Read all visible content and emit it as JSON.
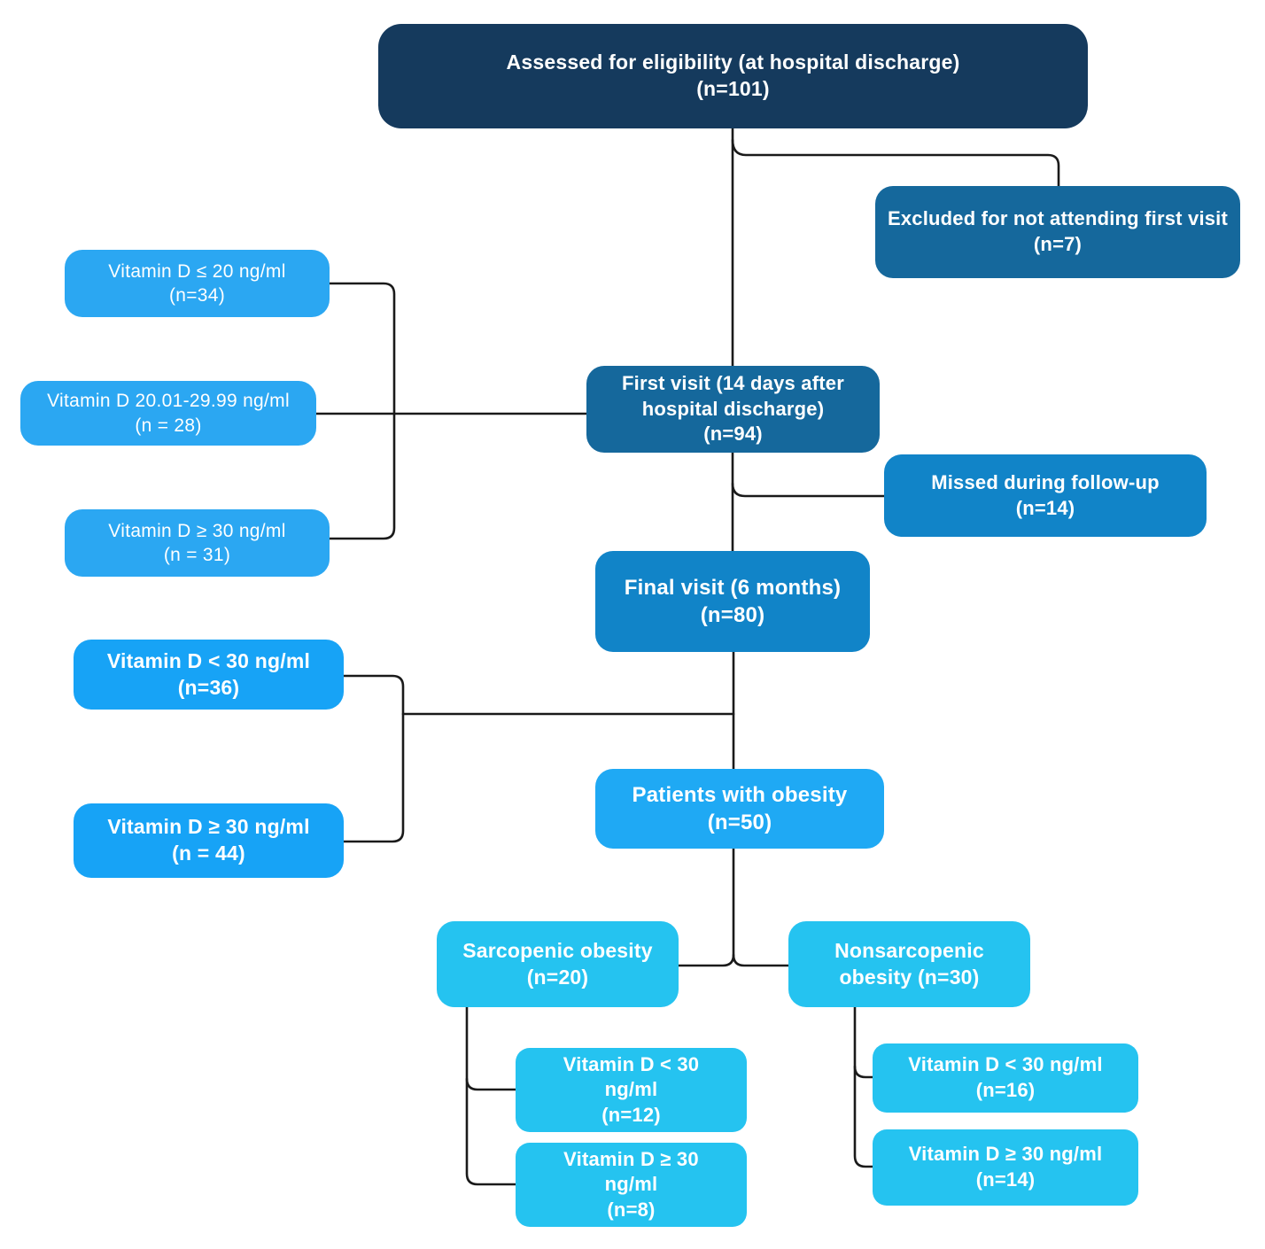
{
  "diagram": {
    "nodes": {
      "assessed": {
        "t1": "Assessed for eligibility (at hospital discharge)",
        "t2": "",
        "c": "(n=101)"
      },
      "excluded": {
        "t1": "Excluded for not attending first visit",
        "t2": "",
        "c": "(n=7)"
      },
      "vitd_le20": {
        "t1": "Vitamin D ≤ 20 ng/ml",
        "t2": "",
        "c": "(n=34)"
      },
      "vitd_20_29": {
        "t1": "Vitamin D 20.01-29.99 ng/ml",
        "t2": "",
        "c": "(n = 28)"
      },
      "vitd_ge30_first": {
        "t1": "Vitamin D ≥ 30 ng/ml",
        "t2": "",
        "c": "(n = 31)"
      },
      "first_visit": {
        "t1": "First visit (14 days after hospital discharge)",
        "t2": "",
        "c": "(n=94)"
      },
      "missed": {
        "t1": "Missed during follow-up",
        "t2": "",
        "c": "(n=14)"
      },
      "final_visit": {
        "t1": "Final visit (6 months)",
        "t2": "",
        "c": "(n=80)"
      },
      "vitd_lt30_final": {
        "t1": "Vitamin D < 30 ng/ml",
        "t2": "",
        "c": "(n=36)"
      },
      "vitd_ge30_final": {
        "t1": "Vitamin D ≥ 30 ng/ml",
        "t2": "",
        "c": "(n = 44)"
      },
      "patients_obesity": {
        "t1": "Patients with obesity",
        "t2": "",
        "c": "(n=50)"
      },
      "sarcopenic": {
        "t1": "Sarcopenic obesity",
        "t2": "",
        "c": "(n=20)"
      },
      "nonsarcopenic": {
        "t1": "Nonsarcopenic",
        "t2": "obesity (n=30)",
        "c": ""
      },
      "sarc_lt30": {
        "t1": "Vitamin D < 30",
        "t2": "ng/ml",
        "c": "(n=12)"
      },
      "sarc_ge30": {
        "t1": "Vitamin D ≥ 30",
        "t2": "ng/ml",
        "c": "(n=8)"
      },
      "nonsarc_lt30": {
        "t1": "Vitamin D < 30 ng/ml",
        "t2": "",
        "c": "(n=16)"
      },
      "nonsarc_ge30": {
        "t1": "Vitamin D ≥ 30 ng/ml",
        "t2": "",
        "c": "(n=14)"
      }
    },
    "colors": {
      "navy": "#153A5D",
      "steel-blue": "#15689C",
      "blue": "#1184C8",
      "bright-blue": "#17A3F6",
      "sky-blue": "#2BA7F2",
      "light-blue": "#1FA9F4",
      "cyan": "#25C3F0",
      "line": "#1A1A1A",
      "text": "#FFFFFF"
    }
  }
}
